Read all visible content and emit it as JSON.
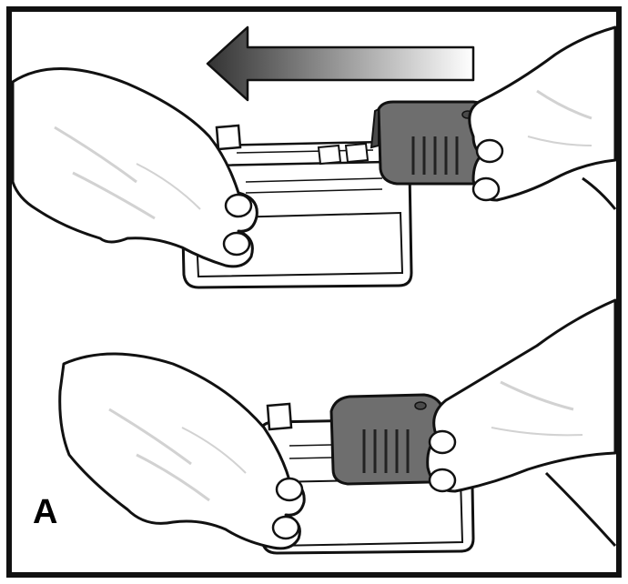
{
  "figure": {
    "panel_label": "A",
    "colors": {
      "frame": "#111111",
      "outline": "#111111",
      "hand_fill": "#ffffff",
      "hand_shading": "#d2d2d2",
      "battery_fill": "#ffffff",
      "charger_fill": "#6e6e6e",
      "charger_dark": "#4a4a4a",
      "arrow_dark": "#333333",
      "arrow_light": "#ffffff",
      "cord": "#111111"
    },
    "icons": {
      "arrow": "arrow-left-icon",
      "battery": "battery-pack-icon",
      "charger": "charger-plug-icon",
      "hand": "hand-icon"
    },
    "steps": [
      {
        "id": "step-1",
        "state": "separated"
      },
      {
        "id": "step-2",
        "state": "attached"
      }
    ]
  }
}
